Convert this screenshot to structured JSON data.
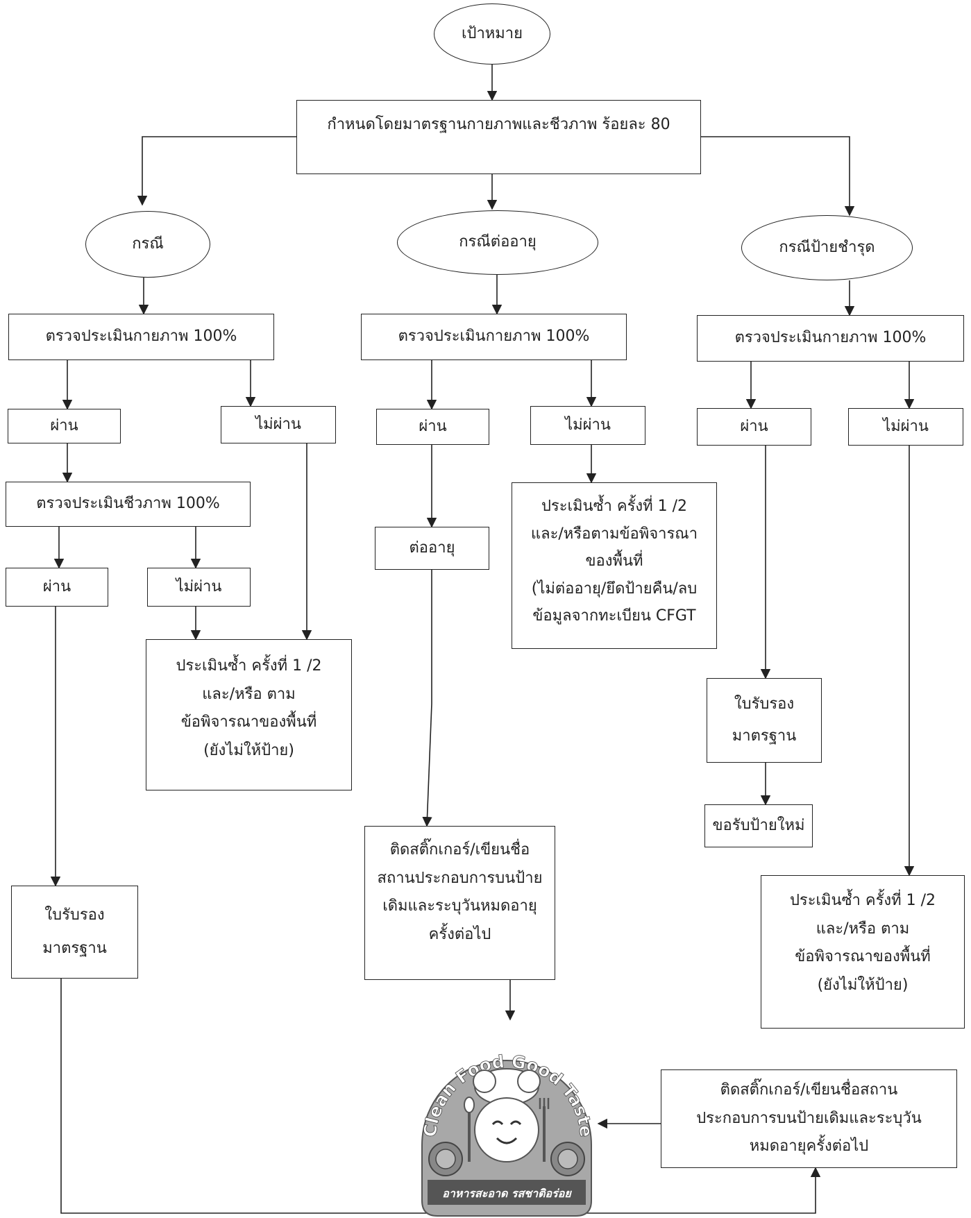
{
  "nodes": {
    "goal": "เป้าหมาย",
    "criteria": "กำหนดโดยมาตรฐานกายภาพและชีวภาพ ร้อยละ 80",
    "case_new": "กรณี",
    "case_renew": "กรณีต่ออายุ",
    "case_damaged": "กรณีป้ายชำรุด",
    "phys_new": "ตรวจประเมินกายภาพ 100%",
    "phys_renew": "ตรวจประเมินกายภาพ 100%",
    "phys_damaged": "ตรวจประเมินกายภาพ 100%",
    "pass_new": "ผ่าน",
    "fail_new": "ไม่ผ่าน",
    "pass_renew": "ผ่าน",
    "fail_renew": "ไม่ผ่าน",
    "pass_damaged": "ผ่าน",
    "fail_damaged": "ไม่ผ่าน",
    "bio_new": "ตรวจประเมินชีวภาพ 100%",
    "bio_pass": "ผ่าน",
    "bio_fail": "ไม่ผ่าน",
    "reassess_new": [
      "ประเมินซ้ำ ครั้งที่ 1 /2",
      "และ/หรือ ตาม",
      "ข้อพิจารณาของพื้นที่",
      "(ยังไม่ให้ป้าย)"
    ],
    "renew_action": "ต่ออายุ",
    "reassess_renew": [
      "ประเมินซ้ำ ครั้งที่ 1 /2",
      "และ/หรือตามข้อพิจารณา",
      "ของพื้นที่",
      "(ไม่ต่ออายุ/ยึดป้ายคืน/ลบ",
      "ข้อมูลจากทะเบียน CFGT"
    ],
    "cert_damaged": [
      "ใบรับรอง",
      "มาตรฐาน"
    ],
    "new_sign": "ขอรับป้ายใหม่",
    "reassess_damaged": [
      "ประเมินซ้ำ ครั้งที่ 1 /2",
      "และ/หรือ ตาม",
      "ข้อพิจารณาของพื้นที่",
      "(ยังไม่ให้ป้าย)"
    ],
    "cert_new": [
      "ใบรับรอง",
      "มาตรฐาน"
    ],
    "sticker_renew": [
      "ติดสติ๊กเกอร์/เขียนชื่อ",
      "สถานประกอบการบนป้าย",
      "เดิมและระบุวันหมดอายุ",
      "ครั้งต่อไป"
    ],
    "sticker_cert": [
      "ติดสติ๊กเกอร์/เขียนชื่อสถาน",
      "ประกอบการบนป้ายเดิมและระบุวัน",
      "หมดอายุครั้งต่อไป"
    ]
  },
  "logo": {
    "arc_text": "Clean Food Good Taste",
    "banner_text": "อาหารสะอาด รสชาติอร่อย"
  },
  "colors": {
    "line": "#222222",
    "logo_gray": "#a8a8a8",
    "logo_dark": "#444444"
  }
}
